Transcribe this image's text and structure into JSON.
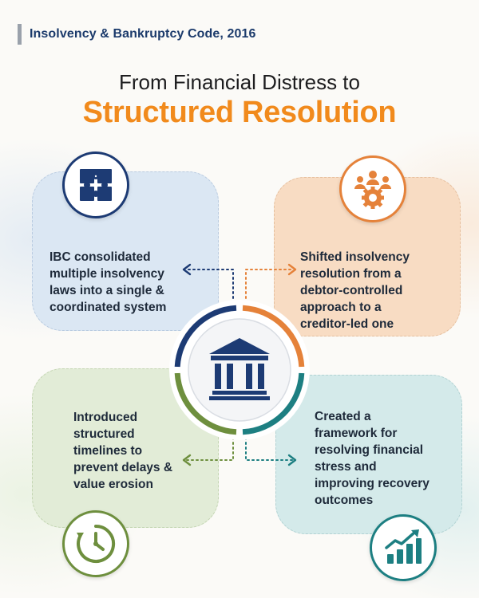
{
  "header": {
    "badge": "Insolvency & Bankruptcy Code, 2016",
    "title_line1": "From Financial Distress to",
    "title_line2": "Structured Resolution"
  },
  "cards": {
    "top_left": {
      "icon": "puzzle-icon",
      "lines": [
        "IBC consolidated",
        "multiple insolvency",
        "laws into a single &",
        "coordinated system"
      ]
    },
    "top_right": {
      "icon": "people-gear-icon",
      "lines": [
        "Shifted insolvency",
        "resolution from a",
        "debtor-controlled",
        "approach to a",
        "creditor-led one"
      ]
    },
    "bottom_left": {
      "icon": "clock-icon",
      "lines": [
        "Introduced",
        "structured",
        "timelines to",
        "prevent delays &",
        "value erosion"
      ]
    },
    "bottom_right": {
      "icon": "growth-chart-icon",
      "lines": [
        "Created a",
        "framework for",
        "resolving financial",
        "stress and",
        "improving recovery",
        "outcomes"
      ]
    }
  },
  "center": {
    "icon": "bank-building-icon"
  },
  "colors": {
    "navy": "#1d3b74",
    "orange": "#f18a1c",
    "green": "#6e8f3e",
    "teal": "#1d7f82"
  }
}
